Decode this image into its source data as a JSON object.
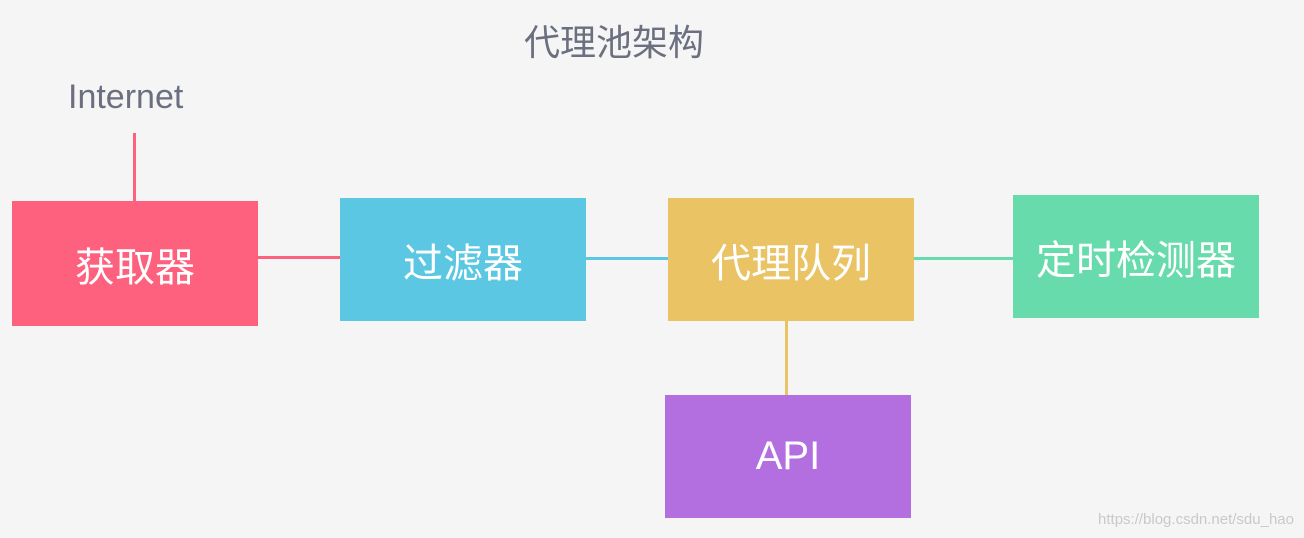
{
  "diagram": {
    "title": "代理池架构",
    "source_label": "Internet",
    "nodes": {
      "fetcher": {
        "label": "获取器",
        "color": "#fd617d"
      },
      "filter": {
        "label": "过滤器",
        "color": "#5bc7e2"
      },
      "queue": {
        "label": "代理队列",
        "color": "#eac365"
      },
      "checker": {
        "label": "定时检测器",
        "color": "#67dbac"
      },
      "api": {
        "label": "API",
        "color": "#b36fe0"
      }
    },
    "edges": [
      {
        "from": "Internet",
        "to": "获取器"
      },
      {
        "from": "获取器",
        "to": "过滤器"
      },
      {
        "from": "过滤器",
        "to": "代理队列"
      },
      {
        "from": "代理队列",
        "to": "定时检测器"
      },
      {
        "from": "代理队列",
        "to": "API"
      }
    ]
  },
  "watermark": "https://blog.csdn.net/sdu_hao"
}
